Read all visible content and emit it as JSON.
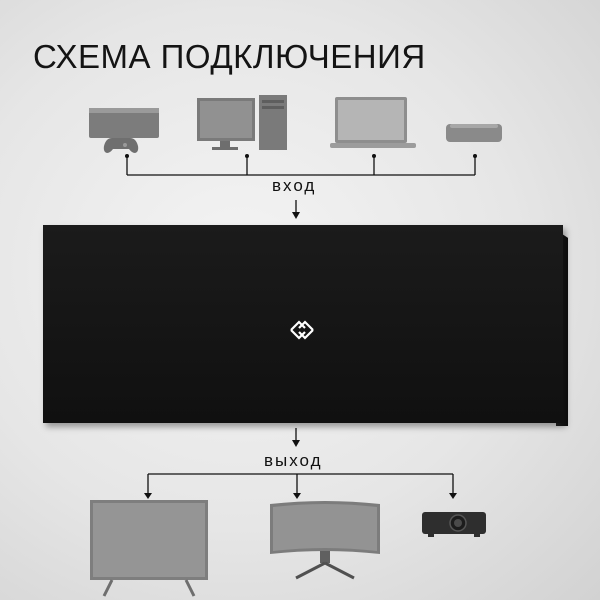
{
  "diagram": {
    "title": "СХЕМА ПОДКЛЮЧЕНИЯ",
    "input_label": "вход",
    "output_label": "выход",
    "input_devices": [
      "game-console-icon",
      "desktop-computer-icon",
      "laptop-icon",
      "media-player-icon"
    ],
    "output_devices": [
      "tv-icon",
      "curved-monitor-icon",
      "projector-icon"
    ],
    "colors": {
      "switch_body": "#141414",
      "wires": "#111111",
      "devices": "#8a8a8a",
      "logo": "#ffffff"
    }
  }
}
